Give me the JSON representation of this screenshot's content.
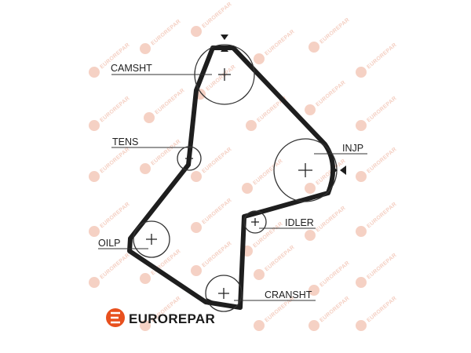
{
  "diagram": {
    "labels": {
      "camshaft": "CAMSHT",
      "tensioner": "TENS",
      "injection_pump": "INJP",
      "idler": "IDLER",
      "oil_pump": "OILP",
      "crankshaft": "CRANSHT"
    }
  },
  "brand": {
    "name": "EUROREPAR",
    "logo_letter": "E",
    "color": "#e8501e",
    "watermark_text": "EUROREPAR"
  },
  "colors": {
    "belt": "#1e1e1e",
    "pulley": "#333333",
    "watermark": "#f2c4b4"
  }
}
